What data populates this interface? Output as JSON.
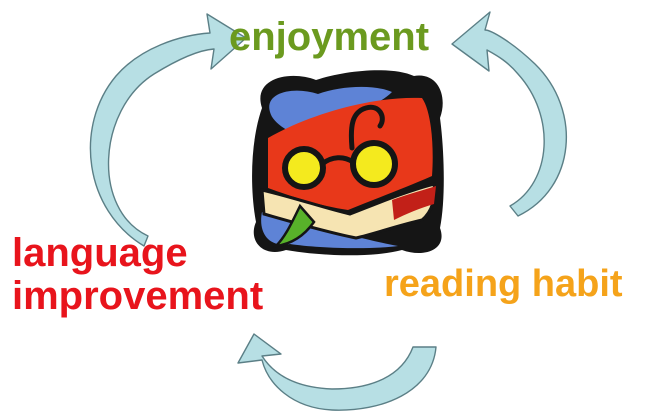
{
  "diagram": {
    "nodes": [
      {
        "id": "enjoyment",
        "label": "enjoyment",
        "color": "#6b9a1f"
      },
      {
        "id": "reading-habit",
        "label": "reading habit",
        "color": "#f5a31a"
      },
      {
        "id": "language-improvement",
        "label_lines": [
          "language",
          "improvement"
        ],
        "color": "#e8141c"
      }
    ],
    "edges": [
      {
        "from": "language-improvement",
        "to": "enjoyment"
      },
      {
        "from": "reading-habit",
        "to": "enjoyment"
      },
      {
        "from": "reading-habit",
        "to": "language-improvement"
      }
    ],
    "arrow_fill": "#b7dfe4",
    "arrow_stroke": "#5b7f86",
    "center_icon": "book-with-glasses-icon"
  }
}
